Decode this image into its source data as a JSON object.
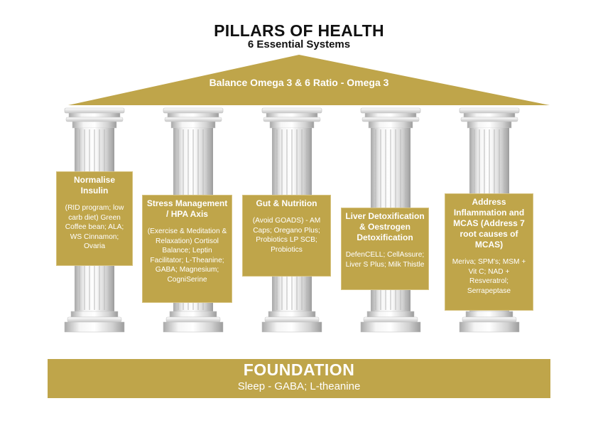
{
  "header": {
    "title": "PILLARS OF HEALTH",
    "subtitle": "6 Essential Systems"
  },
  "roof": {
    "text": "Balance Omega 3 & 6 Ratio - Omega 3"
  },
  "pillars": [
    {
      "heading": "Normalise Insulin",
      "details": "(RID program; low carb diet) Green Coffee bean; ALA; WS Cinnamon; Ovaria"
    },
    {
      "heading": "Stress Management / HPA Axis",
      "details": "(Exercise & Meditation & Relaxation) Cortisol Balance; Leptin Facilitator; L-Theanine; GABA; Magnesium; CogniSerine"
    },
    {
      "heading": "Gut & Nutrition",
      "details": "(Avoid GOADS) - AM Caps; Oregano Plus; Probiotics LP SCB; Probiotics"
    },
    {
      "heading": "Liver Detoxification & Oestrogen Detoxification",
      "details": "DefenCELL; CellAssure; Liver S Plus; Milk Thistle"
    },
    {
      "heading": "Address Inflammation and MCAS (Address 7 root causes of MCAS)",
      "details": "Meriva; SPM's; MSM + Vit C; NAD + Resveratrol; Serrapeptase"
    }
  ],
  "foundation": {
    "title": "FOUNDATION",
    "subtitle": "Sleep - GABA; L-theanine"
  },
  "colors": {
    "gold": "#bfa54a",
    "column_light": "#f4f4f4",
    "column_shade": "#b9b9b9"
  }
}
